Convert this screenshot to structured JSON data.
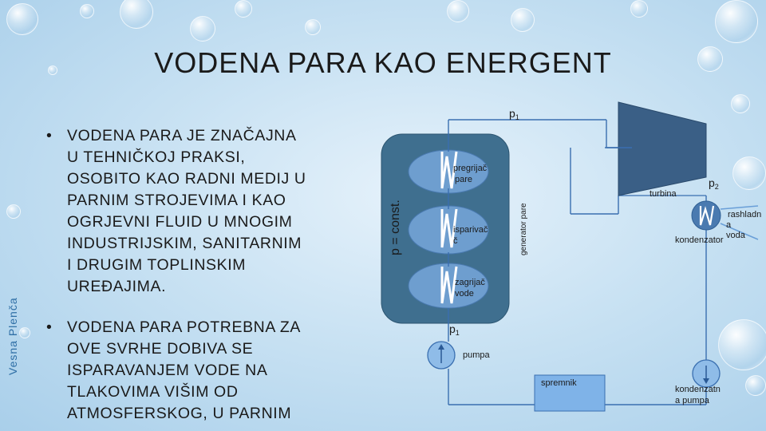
{
  "title": "VODENA PARA KAO ENERGENT",
  "author": "Vesna Plenča",
  "bullets": [
    "VODENA PARA JE ZNAČAJNA U TEHNIČKOJ PRAKSI, OSOBITO KAO RADNI MEDIJ U PARNIM STROJEVIMA I KAO OGRJEVNI FLUID U MNOGIM INDUSTRIJSKIM, SANITARNIM I DRUGIM TOPLINSKIM UREĐAJIMA.",
    "VODENA PARA POTREBNA ZA OVE SVRHE DOBIVA SE ISPARAVANJEM VODE NA TLAKOVIMA VIŠIM OD ATMOSFERSKOG, U PARNIM"
  ],
  "bullet_symbol": "•",
  "diagram": {
    "p_const": "p = const.",
    "generator": "generator pare",
    "pregrijac_1": "pregrijač",
    "pregrijac_2": "pare",
    "isparivac_1": "isparivač",
    "isparivac_2": "č",
    "zagrijac_1": "zagrijač",
    "zagrijac_2": "vode",
    "p1": "p",
    "p1_sub": "1",
    "p2": "p",
    "p2_sub": "2",
    "turbina": "turbina",
    "rashladna_1": "rashladn",
    "rashladna_2": "a",
    "rashladna_3": "voda",
    "kondenzator": "kondenzator",
    "pumpa": "pumpa",
    "spremnik": "spremnik",
    "kond_pumpa_1": "kondenzatn",
    "kond_pumpa_2": "a pumpa"
  },
  "colors": {
    "generator_fill": "#3f6f8f",
    "turbine_fill": "#3a5f86",
    "pipe": "#3a6fb0",
    "coil_fill": "#7fb3e8"
  }
}
